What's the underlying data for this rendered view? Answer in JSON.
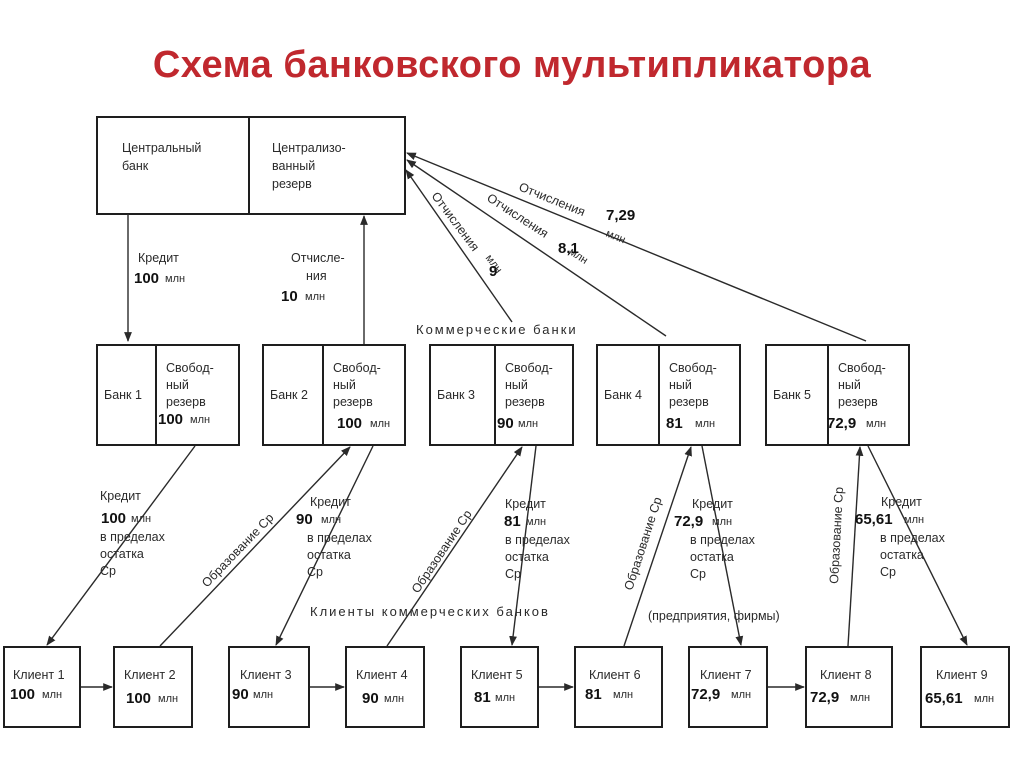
{
  "title": "Схема банковского мультипликатора",
  "central_bank": {
    "left_label": [
      "Центральный",
      "банк"
    ],
    "right_label": [
      "Централизо-",
      "ванный",
      "резерв"
    ]
  },
  "credit_from_cb": {
    "label": "Кредит",
    "value": "100",
    "unit": "млн"
  },
  "deduction_bank2": {
    "label": [
      "Отчисле-",
      "ния"
    ],
    "value": "10",
    "unit": "млн"
  },
  "deduction_bank3": {
    "label": "Отчисления",
    "value": "9",
    "unit": "млн"
  },
  "deduction_bank4": {
    "label": "Отчисления",
    "value": "8,1",
    "unit": "млн"
  },
  "deduction_bank5": {
    "label": "Отчисления",
    "value": "7,29",
    "unit": "млн"
  },
  "commercial_banks_label": "Коммерческие банки",
  "clients_label": "Клиенты коммерческих банков",
  "clients_note": "(предприятия, фирмы)",
  "free_reserve_label": [
    "Свобод-",
    "ный",
    "резерв"
  ],
  "banks": [
    {
      "name": "Банк 1",
      "reserve": "100",
      "unit": "млн"
    },
    {
      "name": "Банк 2",
      "reserve": "100",
      "unit": "млн"
    },
    {
      "name": "Банк 3",
      "reserve": "90",
      "unit": "млн"
    },
    {
      "name": "Банк 4",
      "reserve": "81",
      "unit": "млн"
    },
    {
      "name": "Банк 5",
      "reserve": "72,9",
      "unit": "млн"
    }
  ],
  "credits": [
    {
      "label": "Кредит",
      "value": "100",
      "unit": "млн",
      "note": [
        "в пределах",
        "остатка",
        "Ср"
      ]
    },
    {
      "label": "Кредит",
      "value": "90",
      "unit": "млн",
      "note": [
        "в пределах",
        "остатка",
        "Ср"
      ]
    },
    {
      "label": "Кредит",
      "value": "81",
      "unit": "млн",
      "note": [
        "в пределах",
        "остатка",
        "Ср"
      ]
    },
    {
      "label": "Кредит",
      "value": "72,9",
      "unit": "млн",
      "note": [
        "в пределах",
        "остатка",
        "Ср"
      ]
    },
    {
      "label": "Кредит",
      "value": "65,61",
      "unit": "млн",
      "note": [
        "в пределах",
        "остатка",
        "Ср"
      ]
    }
  ],
  "formation_label": "Образование Ср",
  "clients": [
    {
      "name": "Клиент 1",
      "value": "100",
      "unit": "млн"
    },
    {
      "name": "Клиент 2",
      "value": "100",
      "unit": "млн"
    },
    {
      "name": "Клиент 3",
      "value": "90",
      "unit": "млн"
    },
    {
      "name": "Клиент 4",
      "value": "90",
      "unit": "млн"
    },
    {
      "name": "Клиент 5",
      "value": "81",
      "unit": "млн"
    },
    {
      "name": "Клиент 6",
      "value": "81",
      "unit": "млн"
    },
    {
      "name": "Клиент 7",
      "value": "72,9",
      "unit": "млн"
    },
    {
      "name": "Клиент 8",
      "value": "72,9",
      "unit": "млн"
    },
    {
      "name": "Клиент 9",
      "value": "65,61",
      "unit": "млн"
    }
  ]
}
